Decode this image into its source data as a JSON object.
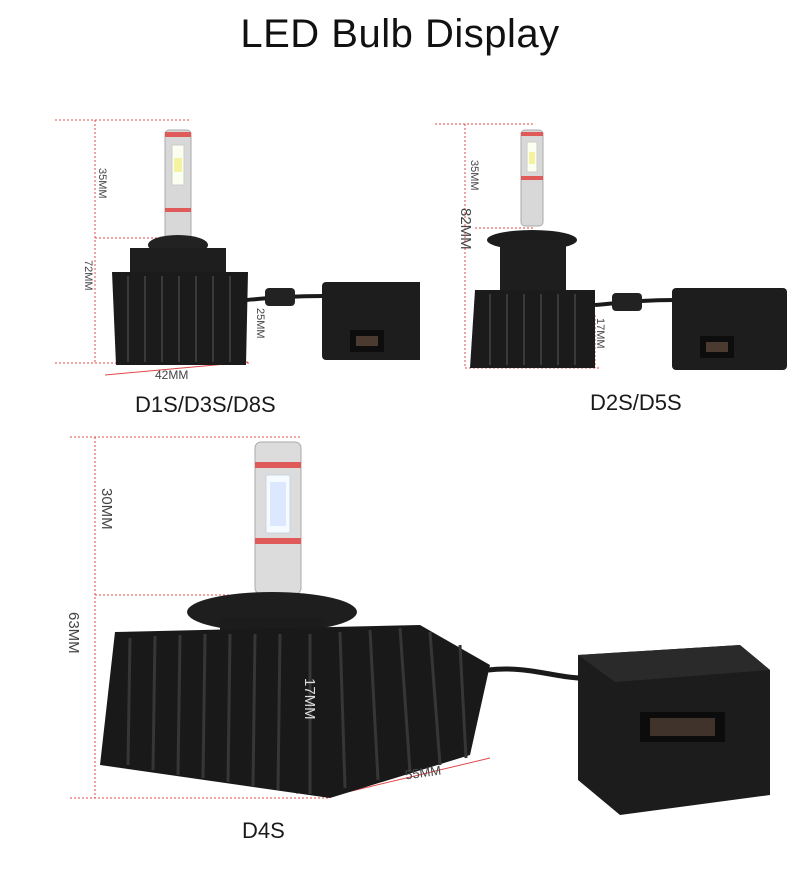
{
  "title": "LED Bulb Display",
  "panels": {
    "d1s": {
      "caption": "D1S/D3S/D8S",
      "dims": {
        "top": "35MM",
        "total": "72MM",
        "base": "25MM",
        "width": "42MM"
      }
    },
    "d2s": {
      "caption": "D2S/D5S",
      "dims": {
        "top": "35MM",
        "total": "82MM",
        "base": "17MM"
      }
    },
    "d4s": {
      "caption": "D4S",
      "dims": {
        "top": "30MM",
        "total": "63MM",
        "base": "17MM",
        "width": "55MM"
      }
    }
  },
  "colors": {
    "guide": "#e0484a",
    "body": "#1b1b1b",
    "accent": "#e05a5a"
  }
}
